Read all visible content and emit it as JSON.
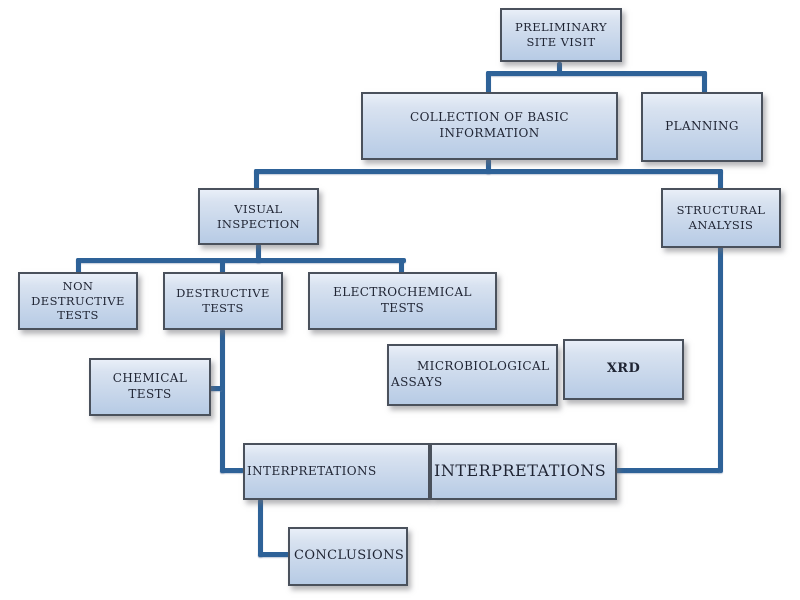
{
  "diagram": {
    "type": "flowchart",
    "description": "Inspection and assessment process flowchart",
    "colors": {
      "connector": "#2e6298",
      "box-border": "#4a515c",
      "box-top": "#e9eff8",
      "box-mid": "#d8e2f0",
      "box-bottom": "#b7cbe5",
      "text": "#1f2433",
      "background": "#ffffff"
    },
    "nodes": {
      "preliminary_site_visit": "PRELIMINARY SITE VISIT",
      "collection_of_basic_information": "COLLECTION OF BASIC INFORMATION",
      "planning": "PLANNING",
      "visual_inspection": "VISUAL INSPECTION",
      "structural_analysis": "STRUCTURAL ANALYSIS",
      "non_destructive_tests": "NON DESTRUCTIVE TESTS",
      "destructive_tests": "DESTRUCTIVE TESTS",
      "electrochemical_tests": "ELECTROCHEMICAL TESTS",
      "chemical_tests": "CHEMICAL TESTS",
      "microbiological_assays": "MICROBIOLOGICAL ASSAYS",
      "xrd": "XRD",
      "interpretations_left": "INTERPRETATIONS",
      "interpretations_right": "INTERPRETATIONS",
      "conclusions": "CONCLUSIONS"
    },
    "edges": [
      {
        "from": "preliminary_site_visit",
        "to": "collection_of_basic_information"
      },
      {
        "from": "preliminary_site_visit",
        "to": "planning"
      },
      {
        "from": "collection_of_basic_information",
        "to": "visual_inspection"
      },
      {
        "from": "collection_of_basic_information",
        "to": "structural_analysis"
      },
      {
        "from": "visual_inspection",
        "to": "non_destructive_tests"
      },
      {
        "from": "visual_inspection",
        "to": "destructive_tests"
      },
      {
        "from": "visual_inspection",
        "to": "electrochemical_tests"
      },
      {
        "from": "destructive_tests",
        "to": "chemical_tests"
      },
      {
        "from": "destructive_tests",
        "to": "interpretations_left"
      },
      {
        "from": "structural_analysis",
        "to": "interpretations_right"
      },
      {
        "from": "interpretations_left",
        "to": "conclusions"
      }
    ]
  }
}
